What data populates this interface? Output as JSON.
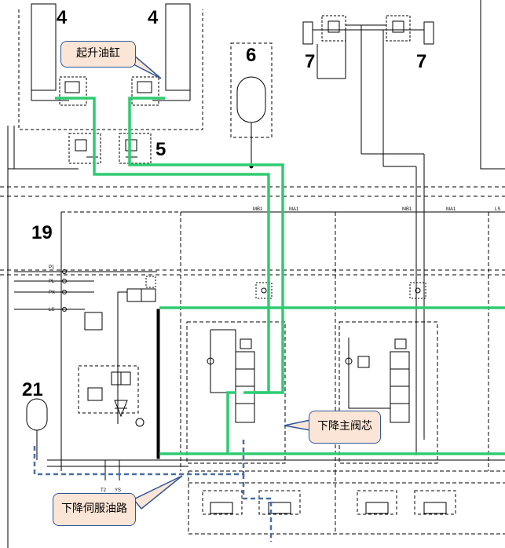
{
  "labels": {
    "lift_cylinder": "起升油缸",
    "lower_main_spool": "下降主阀芯",
    "lower_pilot_line": "下降伺服油路"
  },
  "component_numbers": {
    "n4_left": "4",
    "n4_right": "4",
    "n6": "6",
    "n7_left": "7",
    "n7_right": "7",
    "n5": "5",
    "n19": "19",
    "n21": "21"
  },
  "ports": {
    "p1": "P1",
    "pl": "PL",
    "px": "PX",
    "ls": "LS",
    "t2": "T2",
    "ys": "YS",
    "mb1_a": "MB1",
    "ma1_a": "MA1",
    "mb1_b": "MB1",
    "ma1_b": "MA1",
    "ls_edge": "LS"
  },
  "colors": {
    "highlight_green": "#2ecc71",
    "pilot_blue": "#4a6fa5",
    "callout_fill": "#fbe5d6",
    "callout_border": "#2f5597"
  }
}
